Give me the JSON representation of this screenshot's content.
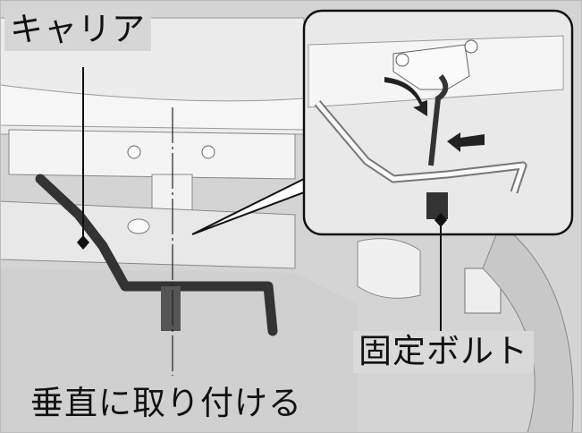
{
  "labels": {
    "carrier": "キャリア",
    "fixing_bolt": "固定ボルト",
    "install_vertically": "垂直に取り付ける"
  },
  "colors": {
    "background": "#d4d4d4",
    "body_part": "#f2f2f2",
    "carrier_bar": "#3a3a3a",
    "label_bg": "#d6d6d6",
    "leader": "#111111"
  }
}
